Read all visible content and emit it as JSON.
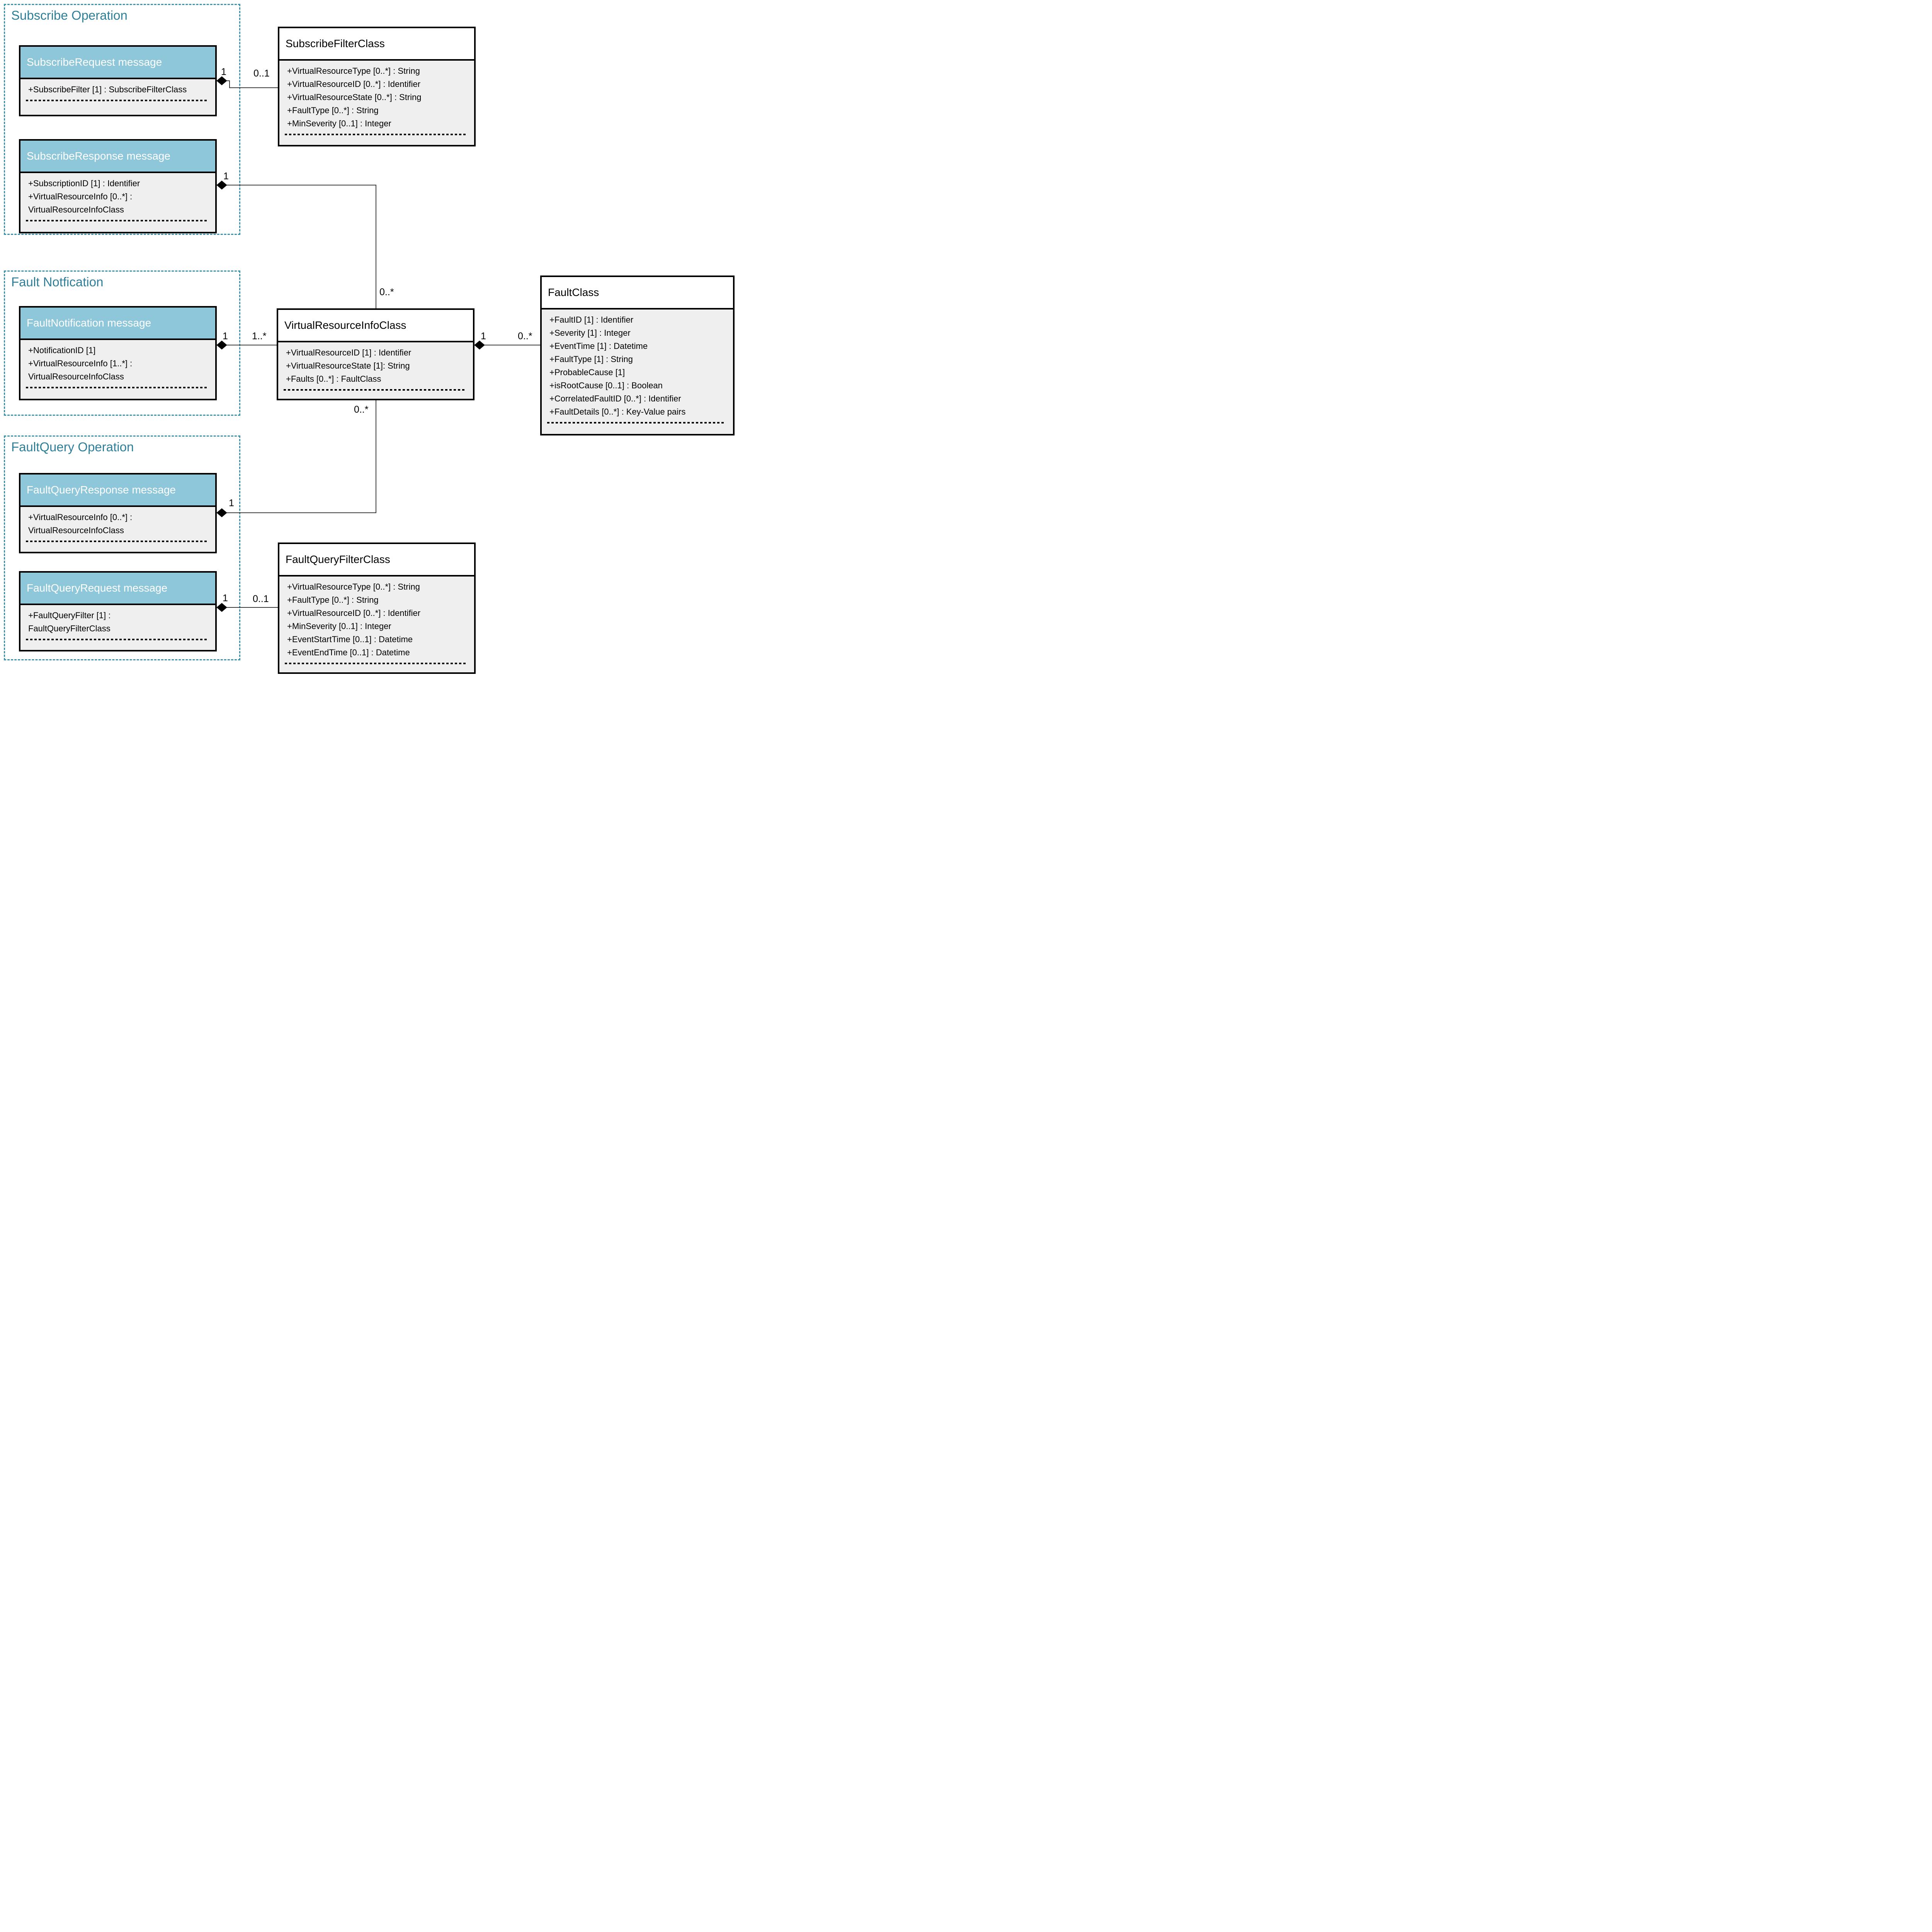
{
  "palette": {
    "header_teal": "#8EC7D9",
    "section_label_teal": "#2F7F99",
    "container_border_teal": "#3E93AC",
    "compartment_gray": "#F0EFEF"
  },
  "sections": {
    "subscribe_operation": {
      "label": "Subscribe Operation"
    },
    "fault_notification": {
      "label": "Fault Notfication"
    },
    "faultquery_operation": {
      "label": "FaultQuery Operation"
    }
  },
  "classes": {
    "subscribe_request": {
      "title": "SubscribeRequest message",
      "attributes": [
        "+SubscribeFilter [1] : SubscribeFilterClass"
      ]
    },
    "subscribe_filter_class": {
      "title": "SubscribeFilterClass",
      "attributes": [
        "+VirtualResourceType [0..*] : String",
        "+VirtualResourceID [0..*] : Identifier",
        "+VirtualResourceState [0..*] : String",
        "+FaultType [0..*] : String",
        "+MinSeverity [0..1] : Integer"
      ]
    },
    "subscribe_response": {
      "title": "SubscribeResponse message",
      "attributes": [
        "+SubscriptionID [1] : Identifier",
        "+VirtualResourceInfo [0..*] :",
        "VirtualResourceInfoClass"
      ]
    },
    "fault_notification_msg": {
      "title": "FaultNotification message",
      "attributes": [
        "+NotificationID [1]",
        "+VirtualResourceInfo [1..*] :",
        "VirtualResourceInfoClass"
      ]
    },
    "virtual_resource_info_class": {
      "title": "VirtualResourceInfoClass",
      "attributes": [
        "+VirtualResourceID [1] : Identifier",
        "+VirtualResourceState [1]: String",
        "+Faults [0..*] : FaultClass"
      ]
    },
    "fault_class": {
      "title": "FaultClass",
      "attributes": [
        "+FaultID [1] : Identifier",
        "+Severity [1] : Integer",
        "+EventTime [1] : Datetime",
        "+FaultType [1] : String",
        "+ProbableCause [1]",
        "+isRootCause [0..1] : Boolean",
        "+CorrelatedFaultID [0..*] : Identifier",
        "+FaultDetails [0..*] : Key-Value pairs"
      ]
    },
    "faultquery_response": {
      "title": "FaultQueryResponse message",
      "attributes": [
        "+VirtualResourceInfo [0..*] :",
        "VirtualResourceInfoClass"
      ]
    },
    "faultquery_request": {
      "title": "FaultQueryRequest message",
      "attributes": [
        "+FaultQueryFilter [1] :",
        "FaultQueryFilterClass"
      ]
    },
    "faultquery_filter_class": {
      "title": "FaultQueryFilterClass",
      "attributes": [
        "+VirtualResourceType [0..*] : String",
        "+FaultType [0..*] : String",
        "+VirtualResourceID [0..*] : Identifier",
        "+MinSeverity [0..1] : Integer",
        "+EventStartTime [0..1] : Datetime",
        "+EventEndTime [0..1] : Datetime"
      ]
    }
  },
  "connectors": {
    "subscribe_request_filter": {
      "whole_mult": "1",
      "part_mult": "0..1"
    },
    "subscribe_response_vri": {
      "whole_mult": "1",
      "part_mult": "0..*"
    },
    "fault_notification_vri": {
      "whole_mult": "1",
      "part_mult": "1..*"
    },
    "vri_fault": {
      "whole_mult": "1",
      "part_mult": "0..*"
    },
    "faultquery_response_vri": {
      "whole_mult": "1",
      "part_mult": "0..*"
    },
    "faultquery_request_filter": {
      "whole_mult": "1",
      "part_mult": "0..1"
    }
  }
}
